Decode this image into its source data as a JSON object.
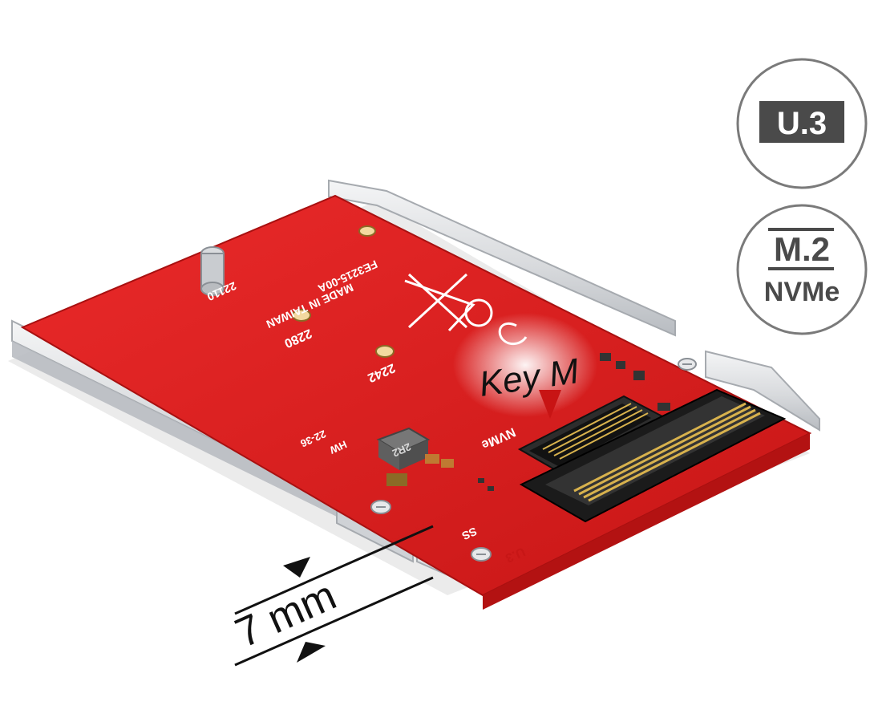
{
  "badges": {
    "u3": "U.3",
    "m2": "M.2",
    "nvme": "NVMe"
  },
  "callouts": {
    "key": "Key M",
    "thickness": "7 mm"
  },
  "board": {
    "model": "FE3215-00A",
    "origin": "MADE IN TAIWAN",
    "sizes": [
      "2280",
      "2242",
      "22110"
    ],
    "nvme": "NVMe",
    "u3": "U.3",
    "ss": "SS",
    "chip": "2R2",
    "hw": "HW",
    "date": "22-36"
  },
  "colors": {
    "pcb": "#e01b1b",
    "pcb_shadow": "#c71616",
    "metal": "#d9dbde",
    "badge_fill": "#4a4a4a",
    "badge_outline": "#7a7a7a"
  }
}
